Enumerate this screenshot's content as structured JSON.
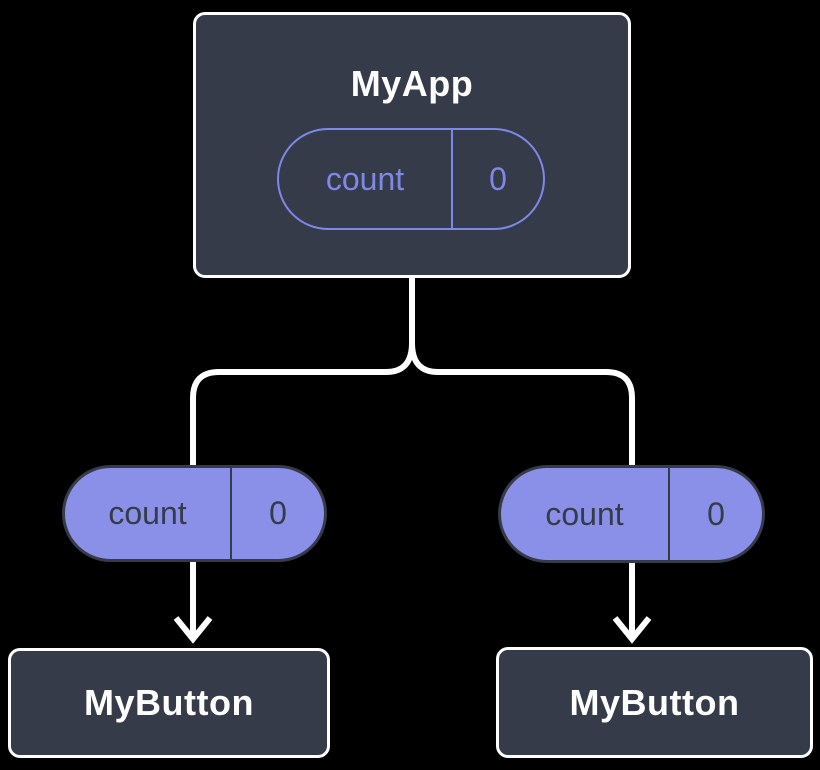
{
  "diagram": {
    "parent": {
      "title": "MyApp",
      "state": {
        "name": "count",
        "value": "0"
      }
    },
    "children": [
      {
        "label": "MyButton",
        "state": {
          "name": "count",
          "value": "0"
        }
      },
      {
        "label": "MyButton",
        "state": {
          "name": "count",
          "value": "0"
        }
      }
    ],
    "edges": [
      {
        "from": "MyApp",
        "to": "left state pill",
        "type": "branch"
      },
      {
        "from": "MyApp",
        "to": "right state pill",
        "type": "branch"
      },
      {
        "from": "left state pill",
        "to": "left MyButton",
        "type": "arrow"
      },
      {
        "from": "right state pill",
        "to": "right MyButton",
        "type": "arrow"
      }
    ],
    "colors": {
      "background": "#000000",
      "component_box_fill": "#353B48",
      "component_box_border": "#FFFFFF",
      "state_pill_outline": "#7E88E8",
      "state_pill_fill": "#8A90E8",
      "state_pill_dark": "#353B48",
      "connector": "#FFFFFF",
      "title_text": "#FFFFFF"
    }
  }
}
